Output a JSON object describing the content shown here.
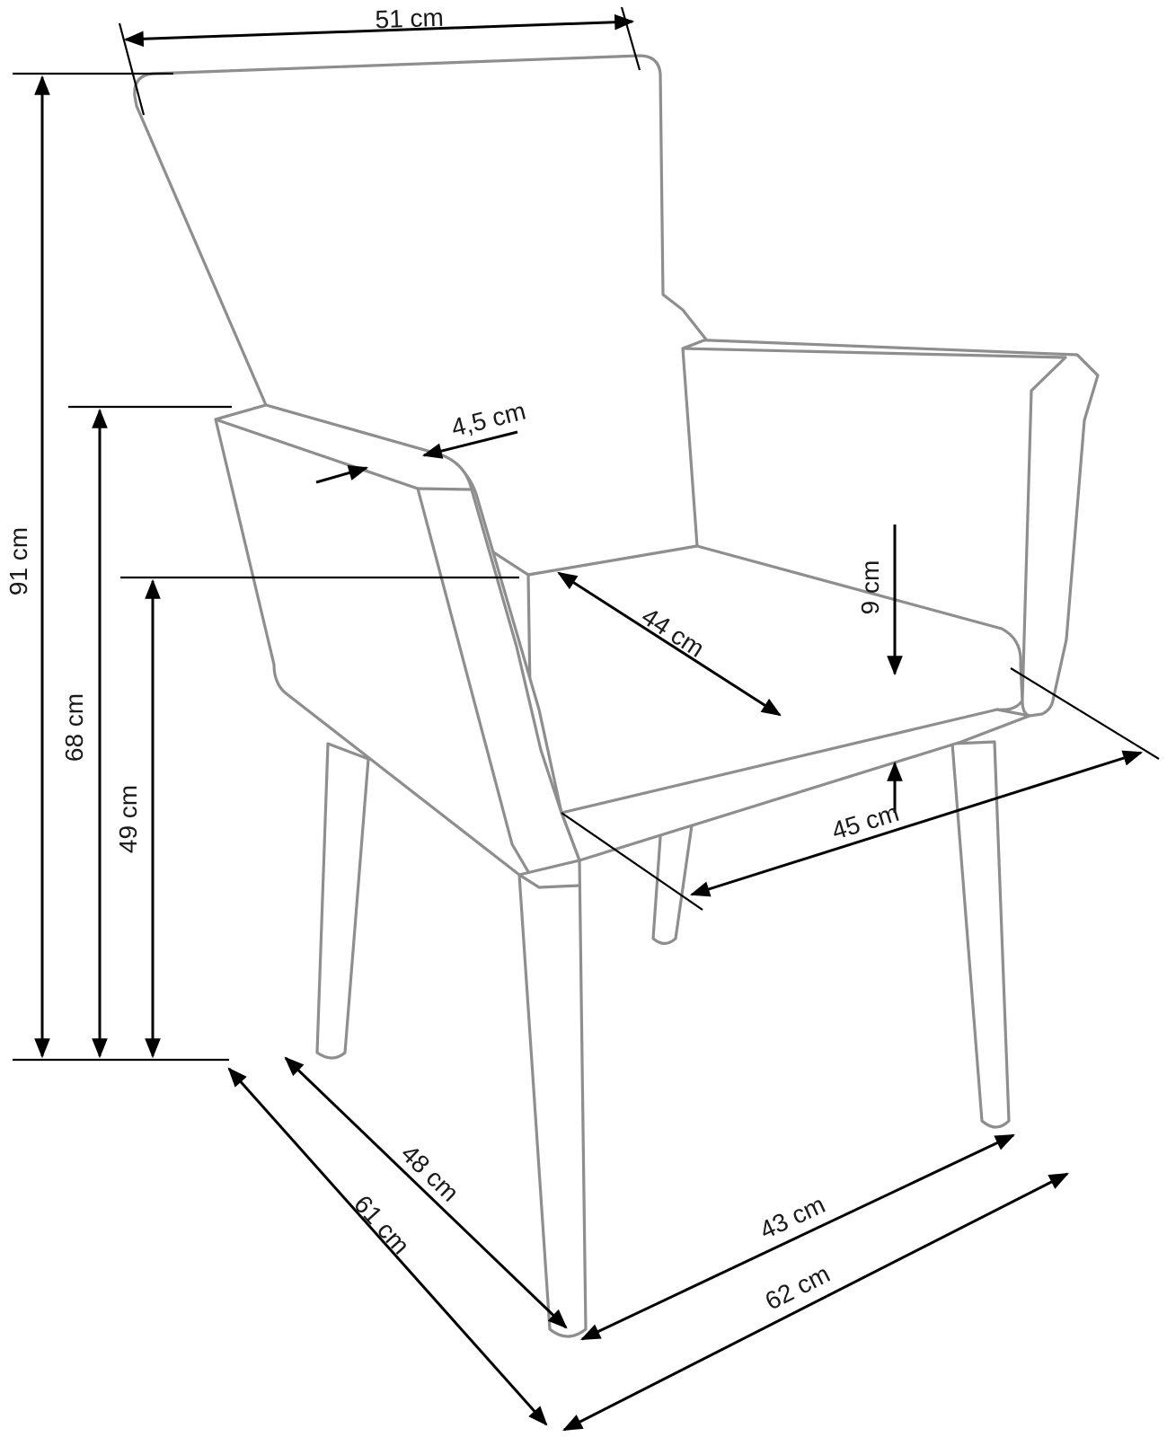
{
  "diagram": {
    "labels": {
      "width_top": "51 cm",
      "height_total": "91 cm",
      "height_armrest": "68 cm",
      "height_seat": "49 cm",
      "armrest_width": "4,5 cm",
      "seat_depth": "44 cm",
      "seat_thickness": "9 cm",
      "seat_width": "45 cm",
      "depth_inner": "48 cm",
      "depth_total": "61 cm",
      "width_inner": "43 cm",
      "width_total": "62 cm"
    },
    "colors": {
      "outline": "#8e8e8e",
      "dimension": "#000000",
      "text": "#1a1a1a"
    }
  }
}
